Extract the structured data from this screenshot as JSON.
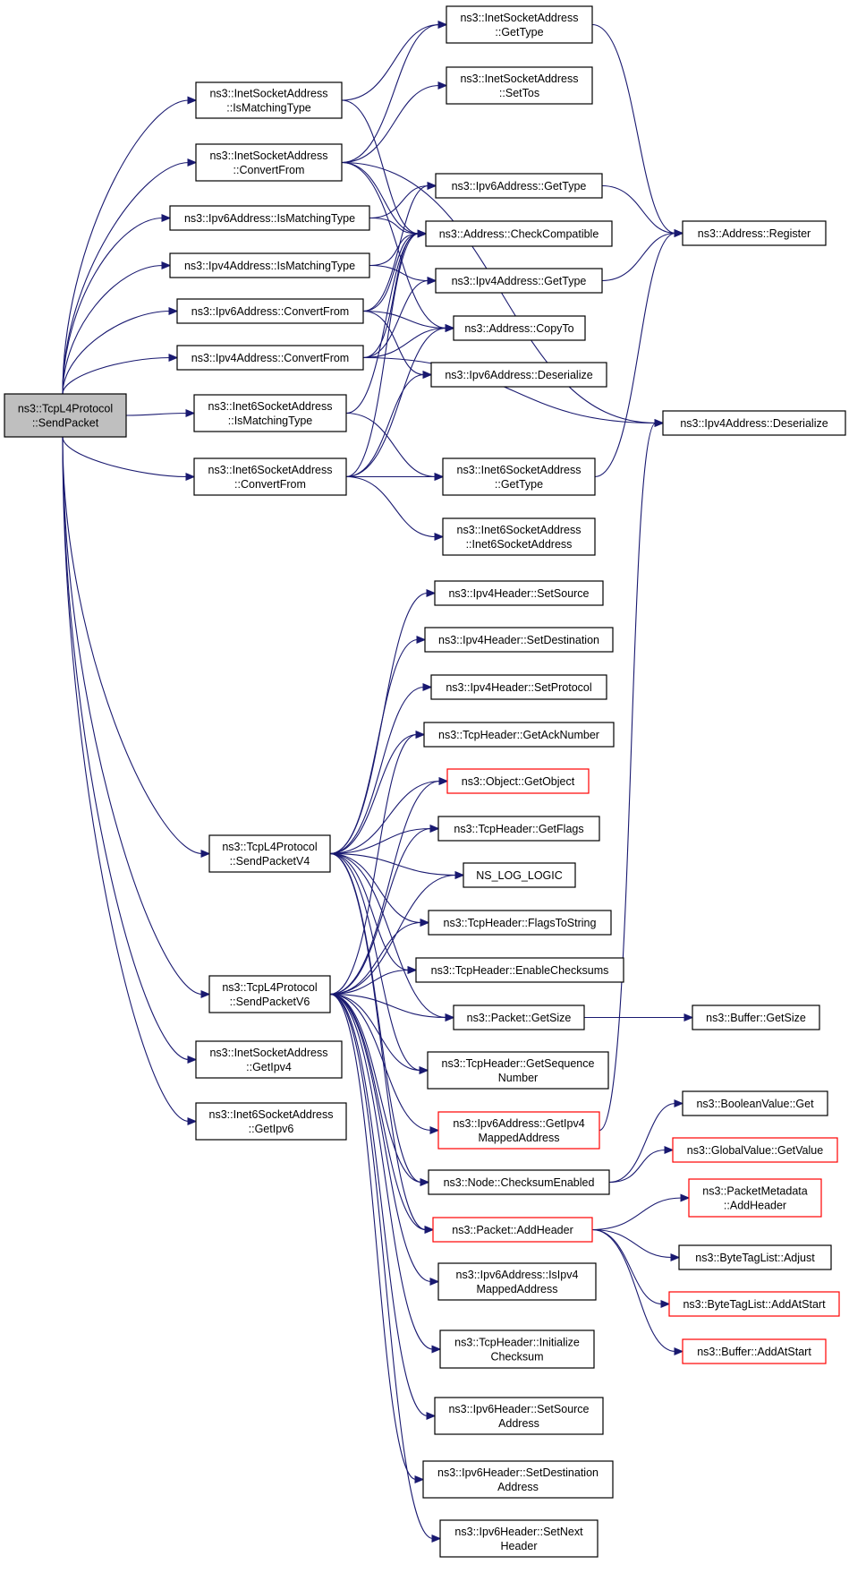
{
  "graph": {
    "edge_color": "#191970",
    "root_fill": "#bfbfbf",
    "red_outline": "#ff0000",
    "nodes": [
      {
        "id": "root",
        "lines": [
          "ns3::TcpL4Protocol",
          "::SendPacket"
        ],
        "style": "root"
      },
      {
        "id": "isa_match",
        "lines": [
          "ns3::InetSocketAddress",
          "::IsMatchingType"
        ]
      },
      {
        "id": "isa_convert",
        "lines": [
          "ns3::InetSocketAddress",
          "::ConvertFrom"
        ]
      },
      {
        "id": "ip6_match",
        "lines": [
          "ns3::Ipv6Address::IsMatchingType"
        ]
      },
      {
        "id": "ip4_match",
        "lines": [
          "ns3::Ipv4Address::IsMatchingType"
        ]
      },
      {
        "id": "ip6_convert",
        "lines": [
          "ns3::Ipv6Address::ConvertFrom"
        ]
      },
      {
        "id": "ip4_convert",
        "lines": [
          "ns3::Ipv4Address::ConvertFrom"
        ]
      },
      {
        "id": "i6sa_match",
        "lines": [
          "ns3::Inet6SocketAddress",
          "::IsMatchingType"
        ]
      },
      {
        "id": "i6sa_convert",
        "lines": [
          "ns3::Inet6SocketAddress",
          "::ConvertFrom"
        ]
      },
      {
        "id": "isa_gettype",
        "lines": [
          "ns3::InetSocketAddress",
          "::GetType"
        ]
      },
      {
        "id": "isa_settos",
        "lines": [
          "ns3::InetSocketAddress",
          "::SetTos"
        ]
      },
      {
        "id": "ip6_gettype",
        "lines": [
          "ns3::Ipv6Address::GetType"
        ]
      },
      {
        "id": "addr_check",
        "lines": [
          "ns3::Address::CheckCompatible"
        ]
      },
      {
        "id": "ip4_gettype",
        "lines": [
          "ns3::Ipv4Address::GetType"
        ]
      },
      {
        "id": "addr_copyto",
        "lines": [
          "ns3::Address::CopyTo"
        ]
      },
      {
        "id": "ip6_deser",
        "lines": [
          "ns3::Ipv6Address::Deserialize"
        ]
      },
      {
        "id": "i6sa_gettype",
        "lines": [
          "ns3::Inet6SocketAddress",
          "::GetType"
        ]
      },
      {
        "id": "i6sa_ctor",
        "lines": [
          "ns3::Inet6SocketAddress",
          "::Inet6SocketAddress"
        ]
      },
      {
        "id": "addr_register",
        "lines": [
          "ns3::Address::Register"
        ]
      },
      {
        "id": "ip4_deser",
        "lines": [
          "ns3::Ipv4Address::Deserialize"
        ]
      },
      {
        "id": "v4",
        "lines": [
          "ns3::TcpL4Protocol",
          "::SendPacketV4"
        ]
      },
      {
        "id": "v6",
        "lines": [
          "ns3::TcpL4Protocol",
          "::SendPacketV6"
        ]
      },
      {
        "id": "isa_getipv4",
        "lines": [
          "ns3::InetSocketAddress",
          "::GetIpv4"
        ]
      },
      {
        "id": "i6sa_getipv6",
        "lines": [
          "ns3::Inet6SocketAddress",
          "::GetIpv6"
        ]
      },
      {
        "id": "ip4h_src",
        "lines": [
          "ns3::Ipv4Header::SetSource"
        ]
      },
      {
        "id": "ip4h_dst",
        "lines": [
          "ns3::Ipv4Header::SetDestination"
        ]
      },
      {
        "id": "ip4h_proto",
        "lines": [
          "ns3::Ipv4Header::SetProtocol"
        ]
      },
      {
        "id": "tcph_ack",
        "lines": [
          "ns3::TcpHeader::GetAckNumber"
        ]
      },
      {
        "id": "obj_getobj",
        "lines": [
          "ns3::Object::GetObject"
        ],
        "style": "red"
      },
      {
        "id": "tcph_flags",
        "lines": [
          "ns3::TcpHeader::GetFlags"
        ]
      },
      {
        "id": "ns_log",
        "lines": [
          "NS_LOG_LOGIC"
        ]
      },
      {
        "id": "tcph_f2s",
        "lines": [
          "ns3::TcpHeader::FlagsToString"
        ]
      },
      {
        "id": "tcph_enable",
        "lines": [
          "ns3::TcpHeader::EnableChecksums"
        ]
      },
      {
        "id": "pkt_getsize",
        "lines": [
          "ns3::Packet::GetSize"
        ]
      },
      {
        "id": "tcph_seq",
        "lines": [
          "ns3::TcpHeader::GetSequence",
          "Number"
        ]
      },
      {
        "id": "ip6_getipv4",
        "lines": [
          "ns3::Ipv6Address::GetIpv4",
          "MappedAddress"
        ],
        "style": "red"
      },
      {
        "id": "node_chk",
        "lines": [
          "ns3::Node::ChecksumEnabled"
        ]
      },
      {
        "id": "pkt_addhdr",
        "lines": [
          "ns3::Packet::AddHeader"
        ],
        "style": "red"
      },
      {
        "id": "ip6_isipv4",
        "lines": [
          "ns3::Ipv6Address::IsIpv4",
          "MappedAddress"
        ]
      },
      {
        "id": "tcph_init",
        "lines": [
          "ns3::TcpHeader::Initialize",
          "Checksum"
        ]
      },
      {
        "id": "ip6h_src",
        "lines": [
          "ns3::Ipv6Header::SetSource",
          "Address"
        ]
      },
      {
        "id": "ip6h_dst",
        "lines": [
          "ns3::Ipv6Header::SetDestination",
          "Address"
        ]
      },
      {
        "id": "ip6h_next",
        "lines": [
          "ns3::Ipv6Header::SetNext",
          "Header"
        ]
      },
      {
        "id": "buf_getsize",
        "lines": [
          "ns3::Buffer::GetSize"
        ]
      },
      {
        "id": "bool_get",
        "lines": [
          "ns3::BooleanValue::Get"
        ]
      },
      {
        "id": "gv_getvalue",
        "lines": [
          "ns3::GlobalValue::GetValue"
        ],
        "style": "red"
      },
      {
        "id": "pm_addhdr",
        "lines": [
          "ns3::PacketMetadata",
          "::AddHeader"
        ],
        "style": "red"
      },
      {
        "id": "btl_adjust",
        "lines": [
          "ns3::ByteTagList::Adjust"
        ]
      },
      {
        "id": "btl_addstart",
        "lines": [
          "ns3::ByteTagList::AddAtStart"
        ],
        "style": "red"
      },
      {
        "id": "buf_addstart",
        "lines": [
          "ns3::Buffer::AddAtStart"
        ],
        "style": "red"
      }
    ],
    "edges": [
      [
        "root",
        "isa_match"
      ],
      [
        "root",
        "isa_convert"
      ],
      [
        "root",
        "ip6_match"
      ],
      [
        "root",
        "ip4_match"
      ],
      [
        "root",
        "ip6_convert"
      ],
      [
        "root",
        "ip4_convert"
      ],
      [
        "root",
        "i6sa_match"
      ],
      [
        "root",
        "i6sa_convert"
      ],
      [
        "root",
        "v4"
      ],
      [
        "root",
        "v6"
      ],
      [
        "root",
        "isa_getipv4"
      ],
      [
        "root",
        "i6sa_getipv6"
      ],
      [
        "isa_match",
        "isa_gettype"
      ],
      [
        "isa_match",
        "addr_check"
      ],
      [
        "isa_convert",
        "isa_gettype"
      ],
      [
        "isa_convert",
        "isa_settos"
      ],
      [
        "isa_convert",
        "ip4_deser"
      ],
      [
        "isa_convert",
        "addr_check"
      ],
      [
        "isa_convert",
        "addr_copyto"
      ],
      [
        "ip6_match",
        "ip6_gettype"
      ],
      [
        "ip6_match",
        "addr_check"
      ],
      [
        "ip4_match",
        "ip4_gettype"
      ],
      [
        "ip4_match",
        "addr_check"
      ],
      [
        "ip6_convert",
        "ip6_gettype"
      ],
      [
        "ip6_convert",
        "addr_check"
      ],
      [
        "ip6_convert",
        "addr_copyto"
      ],
      [
        "ip6_convert",
        "ip6_deser"
      ],
      [
        "ip4_convert",
        "ip4_gettype"
      ],
      [
        "ip4_convert",
        "addr_check"
      ],
      [
        "ip4_convert",
        "addr_copyto"
      ],
      [
        "ip4_convert",
        "ip4_deser"
      ],
      [
        "i6sa_match",
        "i6sa_gettype"
      ],
      [
        "i6sa_match",
        "addr_check"
      ],
      [
        "i6sa_convert",
        "i6sa_gettype"
      ],
      [
        "i6sa_convert",
        "i6sa_ctor"
      ],
      [
        "i6sa_convert",
        "ip6_deser"
      ],
      [
        "i6sa_convert",
        "addr_check"
      ],
      [
        "i6sa_convert",
        "addr_copyto"
      ],
      [
        "isa_gettype",
        "addr_register"
      ],
      [
        "ip6_gettype",
        "addr_register"
      ],
      [
        "ip4_gettype",
        "addr_register"
      ],
      [
        "i6sa_gettype",
        "addr_register"
      ],
      [
        "v4",
        "ip4h_src"
      ],
      [
        "v4",
        "ip4h_dst"
      ],
      [
        "v4",
        "ip4h_proto"
      ],
      [
        "v4",
        "tcph_ack"
      ],
      [
        "v4",
        "obj_getobj"
      ],
      [
        "v4",
        "tcph_flags"
      ],
      [
        "v4",
        "ns_log"
      ],
      [
        "v4",
        "tcph_f2s"
      ],
      [
        "v4",
        "tcph_enable"
      ],
      [
        "v4",
        "pkt_getsize"
      ],
      [
        "v4",
        "tcph_seq"
      ],
      [
        "v4",
        "node_chk"
      ],
      [
        "v4",
        "pkt_addhdr"
      ],
      [
        "v6",
        "tcph_ack"
      ],
      [
        "v6",
        "obj_getobj"
      ],
      [
        "v6",
        "tcph_flags"
      ],
      [
        "v6",
        "ns_log"
      ],
      [
        "v6",
        "tcph_f2s"
      ],
      [
        "v6",
        "tcph_enable"
      ],
      [
        "v6",
        "pkt_getsize"
      ],
      [
        "v6",
        "tcph_seq"
      ],
      [
        "v6",
        "ip6_getipv4"
      ],
      [
        "v6",
        "node_chk"
      ],
      [
        "v6",
        "pkt_addhdr"
      ],
      [
        "v6",
        "ip6_isipv4"
      ],
      [
        "v6",
        "tcph_init"
      ],
      [
        "v6",
        "ip6h_src"
      ],
      [
        "v6",
        "ip6h_dst"
      ],
      [
        "v6",
        "ip6h_next"
      ],
      [
        "pkt_getsize",
        "buf_getsize"
      ],
      [
        "ip6_getipv4",
        "ip4_deser"
      ],
      [
        "node_chk",
        "bool_get"
      ],
      [
        "node_chk",
        "gv_getvalue"
      ],
      [
        "pkt_addhdr",
        "pm_addhdr"
      ],
      [
        "pkt_addhdr",
        "btl_adjust"
      ],
      [
        "pkt_addhdr",
        "btl_addstart"
      ],
      [
        "pkt_addhdr",
        "buf_addstart"
      ]
    ]
  }
}
